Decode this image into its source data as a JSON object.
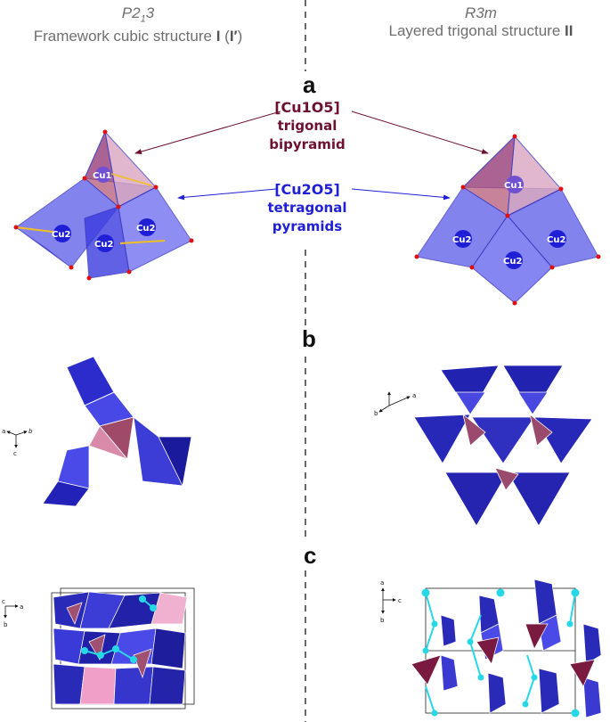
{
  "header": {
    "left": {
      "space_group_prefix": "P2",
      "space_group_sub": "1",
      "space_group_suffix": "3",
      "name_prefix": "Framework cubic structure ",
      "name_bold": "I",
      "name_mid": " (",
      "name_bold2": "I′",
      "name_suffix": ")"
    },
    "right": {
      "space_group": "R3m",
      "name_prefix": "Layered trigonal structure ",
      "name_bold": "II"
    }
  },
  "panels": {
    "a": "a",
    "b": "b",
    "c": "c"
  },
  "legend": {
    "cu1_formula": "[Cu1O5]",
    "cu1_line1": "trigonal",
    "cu1_line2": "bipyramid",
    "cu2_formula": "[Cu2O5]",
    "cu2_line1": "tetragonal",
    "cu2_line2": "pyramids"
  },
  "atoms": {
    "cu1": "Cu1",
    "cu2": "Cu2"
  },
  "axes": {
    "a": "a",
    "b": "b",
    "c": "c"
  },
  "colors": {
    "cu1": "#6e1030",
    "cu2": "#1f1fd6",
    "oxygen": "#e01010",
    "cu_ion": "#26d8e6"
  }
}
